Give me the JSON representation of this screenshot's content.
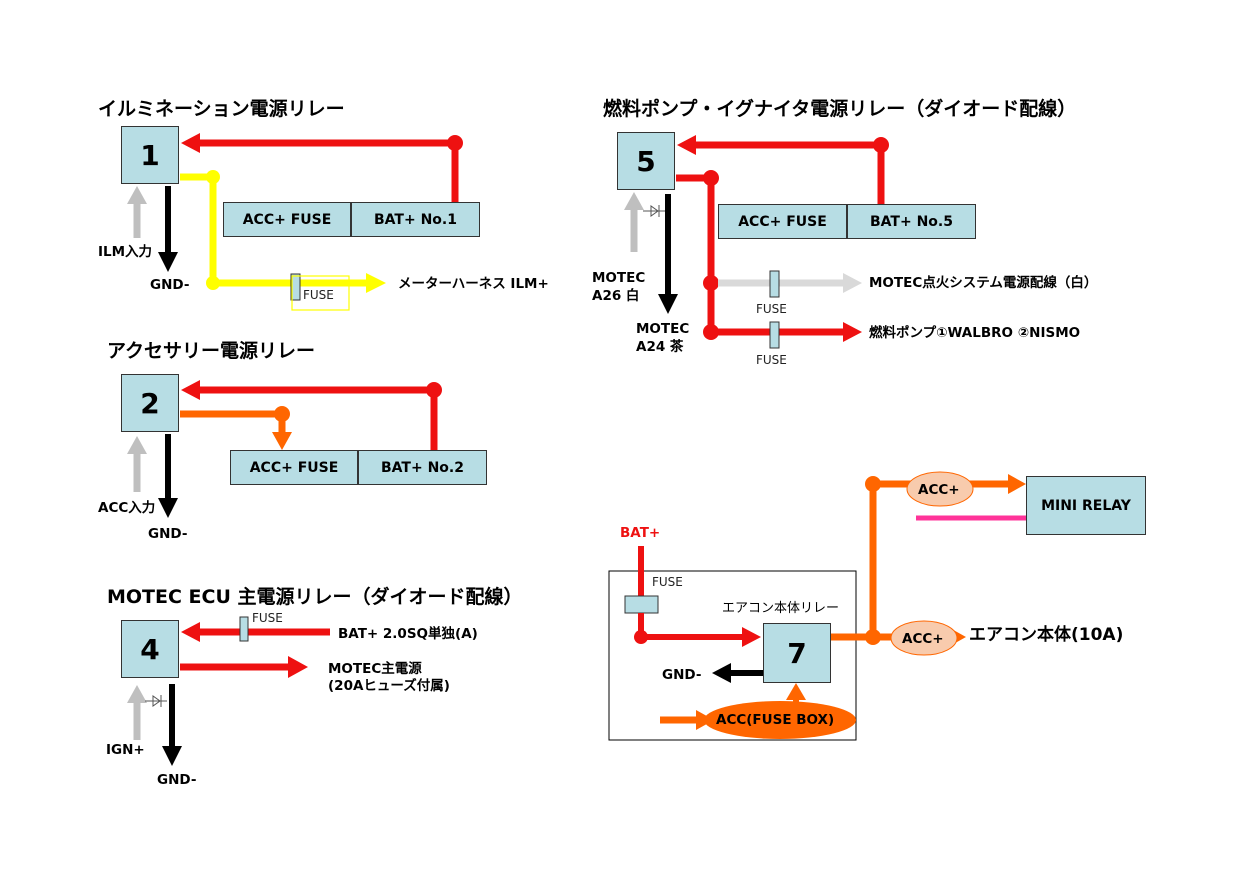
{
  "sections": {
    "s1": {
      "title": "イルミネーション電源リレー",
      "relay": "1",
      "acc_fuse": "ACC+ FUSE",
      "bat": "BAT+ No.1",
      "in_label": "ILM入力",
      "gnd": "GND-",
      "fuse": "FUSE",
      "out_label": "メーターハーネス ILM+"
    },
    "s2": {
      "title": "アクセサリー電源リレー",
      "relay": "2",
      "acc_fuse": "ACC+ FUSE",
      "bat": "BAT+ No.2",
      "in_label": "ACC入力",
      "gnd": "GND-"
    },
    "s4": {
      "title": "MOTEC ECU 主電源リレー（ダイオード配線）",
      "relay": "4",
      "fuse": "FUSE",
      "bat": "BAT+ 2.0SQ単独(A)",
      "out_line1": "MOTEC主電源",
      "out_line2": "(20Aヒューズ付属)",
      "in_label": "IGN+",
      "gnd": "GND-"
    },
    "s5": {
      "title": "燃料ポンプ・イグナイタ電源リレー（ダイオード配線）",
      "relay": "5",
      "acc_fuse": "ACC+ FUSE",
      "bat": "BAT+ No.5",
      "in_line1": "MOTEC",
      "in_line2": "A26 白",
      "gnd_line1": "MOTEC",
      "gnd_line2": "A24 茶",
      "fuse_a": "FUSE",
      "fuse_b": "FUSE",
      "out_a": "MOTEC点火システム電源配線（白）",
      "out_b": "燃料ポンプ①WALBRO ②NISMO"
    },
    "s7": {
      "bat": "BAT+",
      "fuse": "FUSE",
      "relay_title": "エアコン本体リレー",
      "relay": "7",
      "gnd": "GND-",
      "acc_box": "ACC(FUSE BOX)",
      "acc_top": "ACC+",
      "acc_mid": "ACC+",
      "mini_relay": "MINI RELAY",
      "out": "エアコン本体(10A)"
    }
  },
  "colors": {
    "relay_fill": "#b7dde4",
    "red": "#ee1111",
    "yellow": "#ffff00",
    "orange": "#ff6600",
    "gray": "#bfbfbf",
    "pink": "#ff3399",
    "acc_oval": "#f8cbad"
  }
}
